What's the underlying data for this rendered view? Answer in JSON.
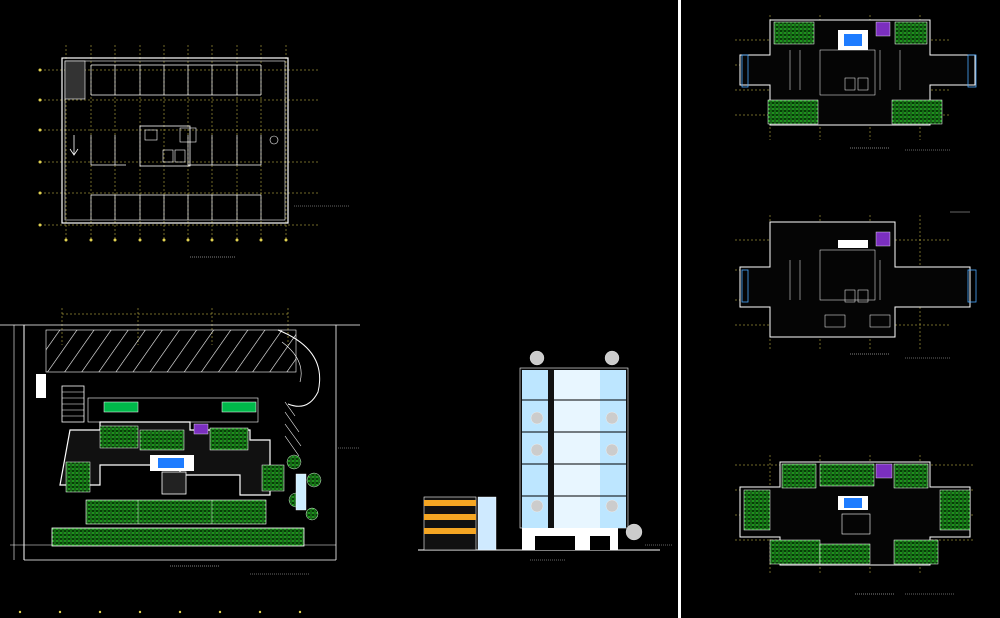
{
  "document": {
    "background": "#000000",
    "colors": {
      "line": "#ffffff",
      "dim": "#ffff66",
      "hatch": "#00c800",
      "glass": "#9fd8ff",
      "accent": "#8a2be2",
      "warm": "#f5a623",
      "blue": "#2a6bff"
    }
  },
  "sheets": [
    {
      "id": "parking-plan",
      "name": "parking-plan-sheet",
      "labels": []
    },
    {
      "id": "site-plan",
      "name": "site-plan-sheet",
      "labels": []
    },
    {
      "id": "elevation",
      "name": "elevation-sheet",
      "labels": []
    },
    {
      "id": "floor-plan-1",
      "name": "floor-plan-upper-sheet",
      "labels": []
    },
    {
      "id": "floor-plan-2",
      "name": "floor-plan-middle-sheet",
      "labels": []
    },
    {
      "id": "roof-plan",
      "name": "roof-plan-sheet",
      "labels": []
    }
  ]
}
